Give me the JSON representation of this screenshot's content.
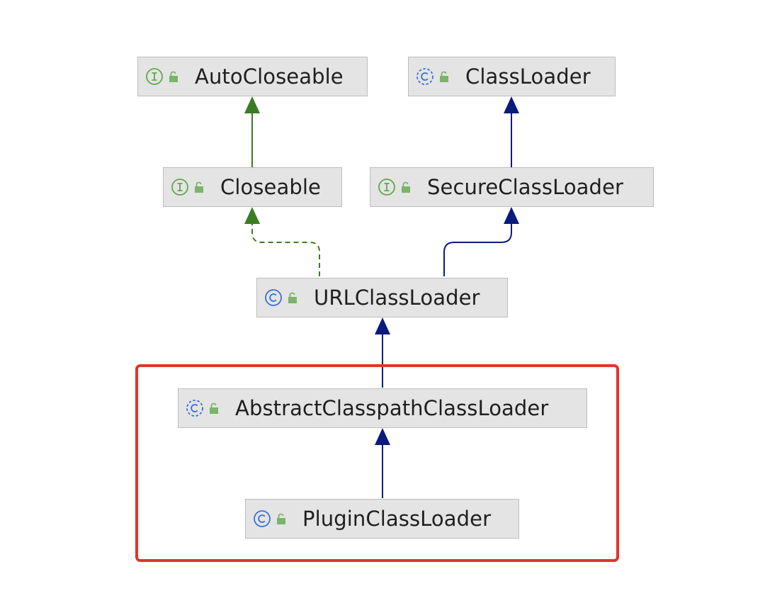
{
  "colors": {
    "interface_edge": "#3b7d23",
    "class_edge": "#0a1b7d",
    "interface_icon": "#5fa84a",
    "class_icon": "#3c6fd8",
    "lock_icon": "#7bb46a",
    "highlight": "#e0352b",
    "node_fill": "#e4e4e4"
  },
  "nodes": {
    "autocloseable": {
      "label": "AutoCloseable",
      "kind": "interface",
      "icon": "interface-icon"
    },
    "classloader": {
      "label": "ClassLoader",
      "kind": "abstract-class",
      "icon": "abstract-class-icon"
    },
    "closeable": {
      "label": "Closeable",
      "kind": "interface",
      "icon": "interface-icon"
    },
    "secureclassloader": {
      "label": "SecureClassLoader",
      "kind": "interface",
      "icon": "interface-icon"
    },
    "urlclassloader": {
      "label": "URLClassLoader",
      "kind": "class",
      "icon": "class-icon"
    },
    "abstractclasspathclassloader": {
      "label": "AbstractClasspathClassLoader",
      "kind": "abstract-class",
      "icon": "abstract-class-icon"
    },
    "pluginclassloader": {
      "label": "PluginClassLoader",
      "kind": "class",
      "icon": "class-icon"
    }
  },
  "edges": [
    {
      "from": "closeable",
      "to": "autocloseable",
      "type": "extends-interface"
    },
    {
      "from": "secureclassloader",
      "to": "classloader",
      "type": "extends-class"
    },
    {
      "from": "urlclassloader",
      "to": "closeable",
      "type": "implements"
    },
    {
      "from": "urlclassloader",
      "to": "secureclassloader",
      "type": "extends-class"
    },
    {
      "from": "abstractclasspathclassloader",
      "to": "urlclassloader",
      "type": "extends-class"
    },
    {
      "from": "pluginclassloader",
      "to": "abstractclasspathclassloader",
      "type": "extends-class"
    }
  ]
}
